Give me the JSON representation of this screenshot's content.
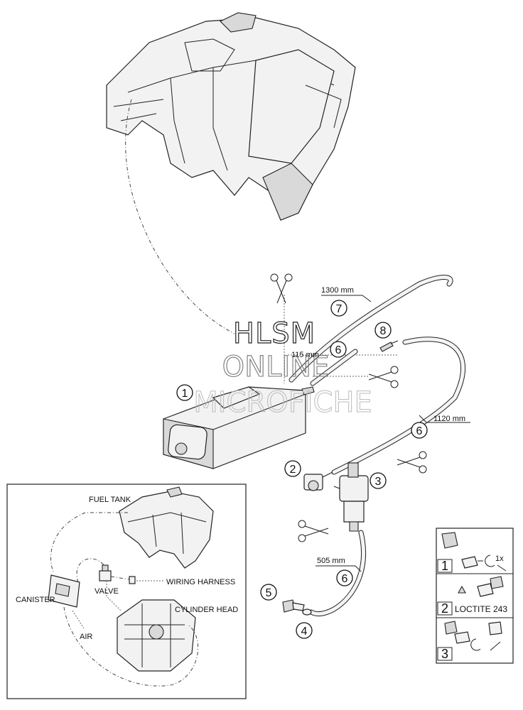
{
  "watermark": {
    "line1": "HLSM",
    "line2": "ONLINE",
    "line3": "MICROFICHE"
  },
  "callouts": [
    "1",
    "2",
    "3",
    "4",
    "5",
    "6",
    "7",
    "8"
  ],
  "dimensions": {
    "hose7_length": "1300 mm",
    "hose6_length_a": "115 mm",
    "hose6_length_b": "1120 mm",
    "hose6_length_c": "505 mm"
  },
  "schematic": {
    "fuel_tank": "FUEL TANK",
    "canister": "CANISTER",
    "valve": "VALVE",
    "wiring_harness": "WIRING HARNESS",
    "cylinder_head": "CYLINDER HEAD",
    "air": "AIR"
  },
  "legend": {
    "rows": [
      {
        "number": "1",
        "note": "1x"
      },
      {
        "number": "2",
        "note": "LOCTITE 243"
      },
      {
        "number": "3",
        "note": ""
      }
    ]
  }
}
